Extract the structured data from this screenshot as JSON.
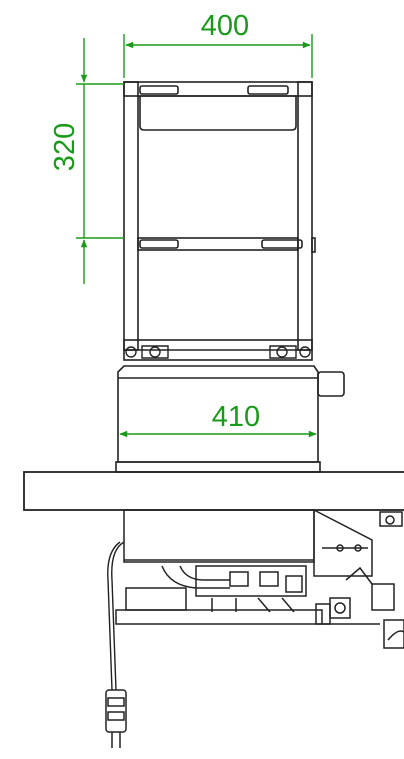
{
  "dimensions": {
    "top_width": "400",
    "rack_height": "320",
    "base_width": "410"
  },
  "colors": {
    "dimension": "#1a9a1a",
    "line": "#222222",
    "background": "#ffffff"
  }
}
